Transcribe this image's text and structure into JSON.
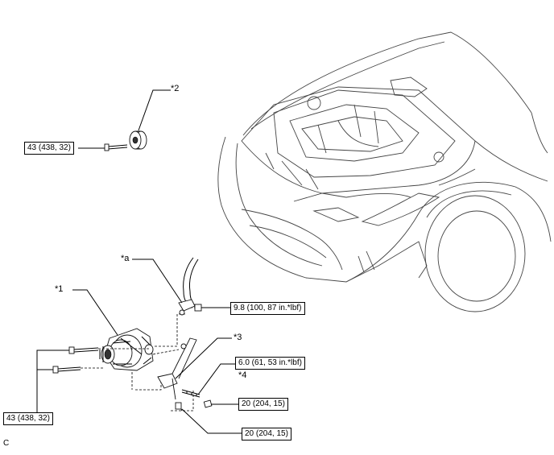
{
  "callouts": {
    "part1": "*1",
    "part2": "*2",
    "part3": "*3",
    "part4": "*4",
    "parta": "*a"
  },
  "torque_specs": {
    "idler_bolt": "43 (438, 32)",
    "terminal_nut": "9.8 (100, 87 in.*lbf)",
    "stud_bolt": "6.0 (61, 53 in.*lbf)",
    "nut_lower_1": "20 (204, 15)",
    "nut_lower_2": "20 (204, 15)",
    "alternator_bolts": "43 (438, 32)"
  },
  "figure_ref": "C"
}
